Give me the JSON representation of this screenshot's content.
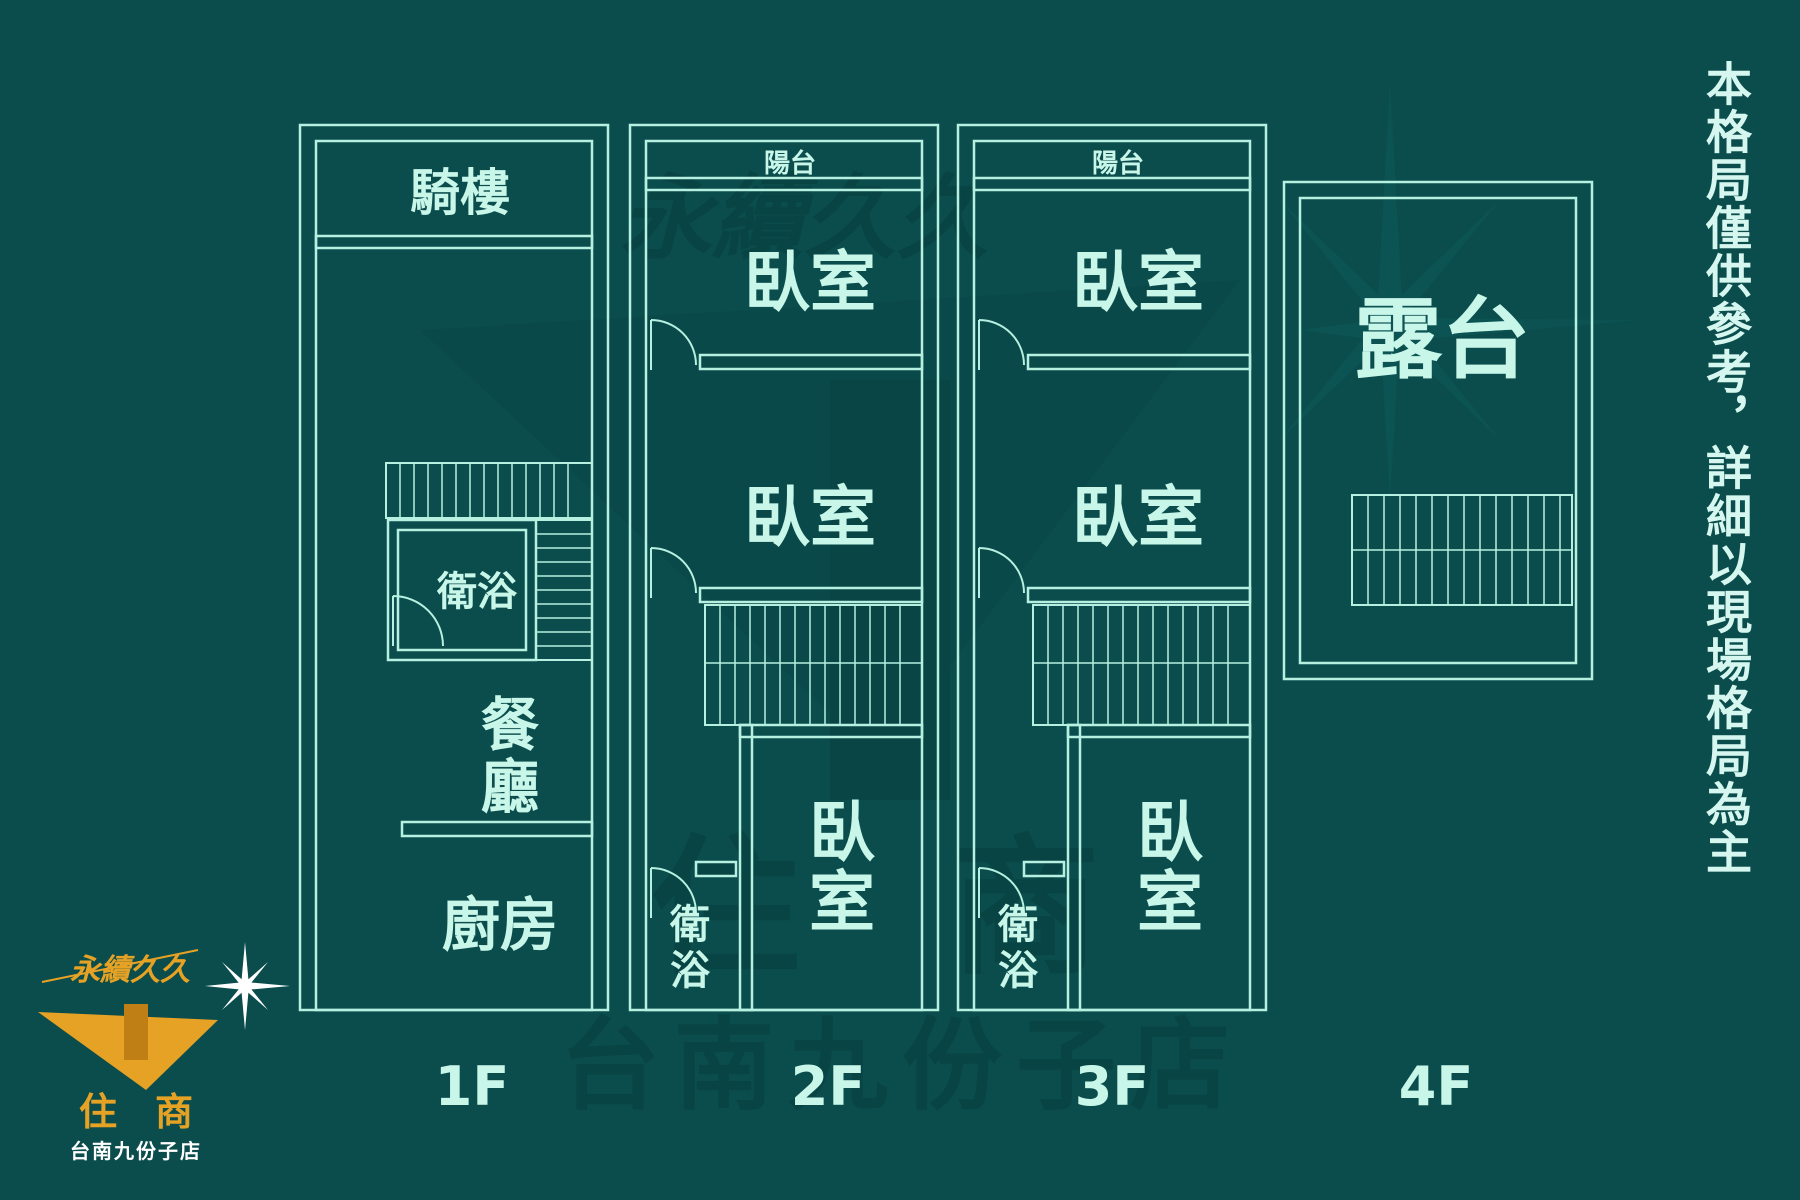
{
  "watermark": {
    "brand_slogan": "永續久久",
    "brand_name": "住　商",
    "store_name": "台南九份子店"
  },
  "floors": [
    {
      "level": "1F",
      "rooms": {
        "arcade": "騎樓",
        "bathroom": "衛浴",
        "dining_room": "餐\n廳",
        "kitchen": "廚房"
      }
    },
    {
      "level": "2F",
      "rooms": {
        "balcony": "陽台",
        "bedroom_front": "臥室",
        "bedroom_middle": "臥室",
        "bedroom_rear": "臥\n室",
        "bathroom": "衛\n浴"
      }
    },
    {
      "level": "3F",
      "rooms": {
        "balcony": "陽台",
        "bedroom_front": "臥室",
        "bedroom_middle": "臥室",
        "bedroom_rear": "臥\n室",
        "bathroom": "衛\n浴"
      }
    },
    {
      "level": "4F",
      "rooms": {
        "terrace": "露台"
      }
    }
  ],
  "disclaimer": "本格局僅供參考，詳細以現場格局為主",
  "logo": {
    "slogan": "永續久久",
    "name": "住　商",
    "store": "台南九份子店"
  },
  "colors": {
    "background": "#0b4d4d",
    "lines": "#b6f0e0",
    "labels": "#c8f7ea",
    "logo_gold": "#e6a224"
  }
}
